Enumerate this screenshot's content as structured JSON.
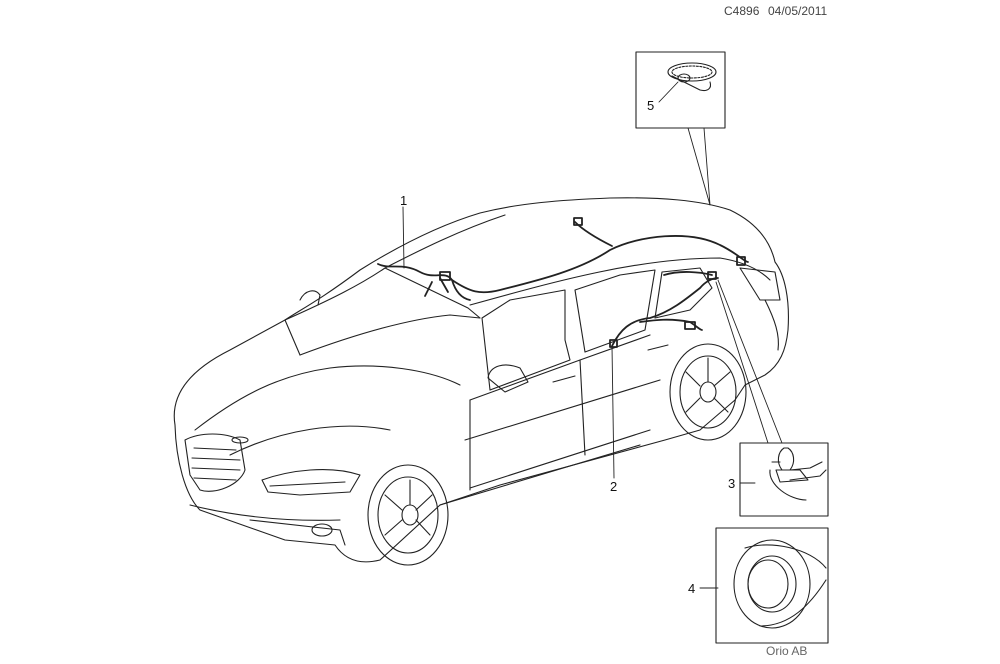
{
  "header": {
    "code": "C4896",
    "date": "04/05/2011"
  },
  "footer": {
    "credit": "Orio AB"
  },
  "callouts": [
    {
      "id": "1",
      "label": "1"
    },
    {
      "id": "2",
      "label": "2"
    },
    {
      "id": "3",
      "label": "3"
    },
    {
      "id": "4",
      "label": "4"
    },
    {
      "id": "5",
      "label": "5"
    }
  ],
  "icons": {
    "part1": "roof-wiring-harness-icon",
    "part2": "door-wiring-harness-icon",
    "part3": "cable-clip-icon",
    "part4": "tape-roll-icon",
    "part5": "grommet-icon"
  },
  "colors": {
    "line": "#222222",
    "background": "#ffffff"
  }
}
